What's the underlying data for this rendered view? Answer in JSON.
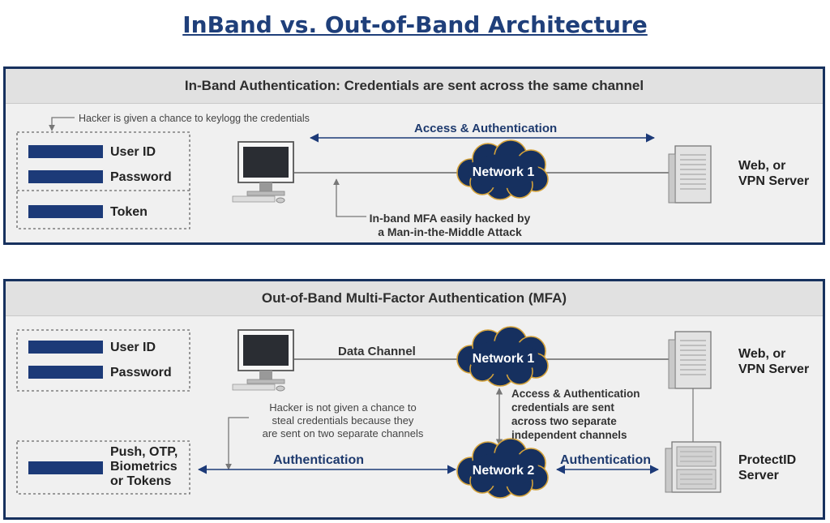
{
  "title": "InBand vs. Out-of-Band Architecture",
  "inband": {
    "header": "In-Band Authentication: Credentials are sent across the same channel",
    "hacker_note": "Hacker is given a chance to keylogg the credentials",
    "fields": [
      "User ID",
      "Password",
      "Token"
    ],
    "link_label": "Access & Authentication",
    "network": "Network 1",
    "server_label": [
      "Web, or",
      "VPN Server"
    ],
    "mitm_note": [
      "In-band MFA easily hacked by",
      "a Man-in-the-Middle Attack"
    ]
  },
  "outofband": {
    "header": "Out-of-Band Multi-Factor Authentication (MFA)",
    "fields": [
      "User ID",
      "Password"
    ],
    "second_factor": [
      "Push, OTP,",
      "Biometrics",
      "or Tokens"
    ],
    "data_channel_label": "Data Channel",
    "network1": "Network 1",
    "network2": "Network 2",
    "server_label": [
      "Web, or",
      "VPN Server"
    ],
    "protectid_label": [
      "ProtectID",
      "Server"
    ],
    "hacker_note": [
      "Hacker is not given a chance to",
      "steal credentials because they",
      "are sent on two separate channels"
    ],
    "channels_note": [
      "Access & Authentication",
      "credentials are sent",
      "across two separate",
      "independent channels"
    ],
    "auth_label_left": "Authentication",
    "auth_label_right": "Authentication"
  },
  "colors": {
    "navy": "#17315e",
    "bar": "#1c3a78",
    "cloud": "#16305f",
    "title": "#1f3f7a"
  }
}
